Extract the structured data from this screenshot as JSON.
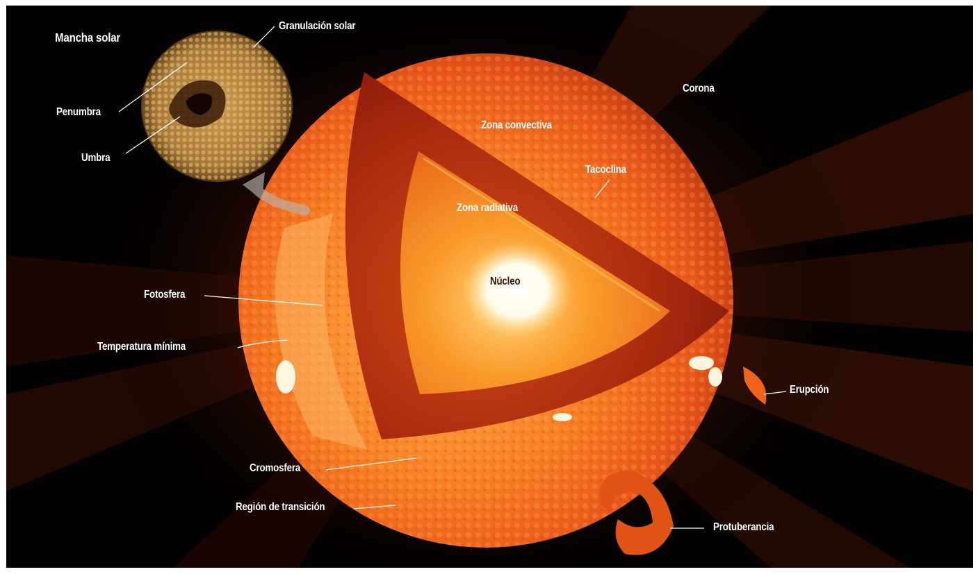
{
  "labels": {
    "mancha_solar": "Mancha solar",
    "granulacion_solar": "Granulación solar",
    "penumbra": "Penumbra",
    "umbra": "Umbra",
    "corona": "Corona",
    "zona_convectiva": "Zona convectiva",
    "tacoclina": "Tacoclina",
    "zona_radiativa": "Zona radiativa",
    "nucleo": "Núcleo",
    "fotosfera": "Fotosfera",
    "temperatura_minima": "Temperatura mínima",
    "erupcion": "Erupción",
    "cromosfera": "Cromosfera",
    "region_de_transicion": "Región de transición",
    "protuberancia": "Protuberancia"
  },
  "colors": {
    "background": "#030101",
    "photosphere": "#f26b1a",
    "convective_zone": "#a8240e",
    "radiative_zone": "#f58a1e",
    "core": "#ffffff",
    "sunspot_disc": "#b88a42",
    "label_text": "#ffffff"
  }
}
